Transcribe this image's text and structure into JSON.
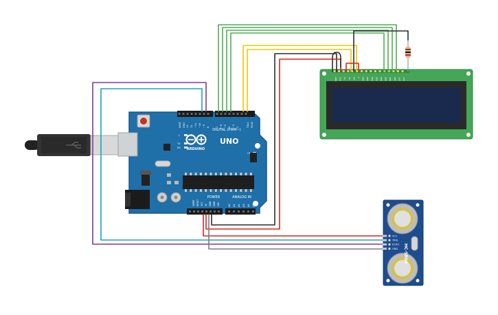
{
  "arduino": {
    "brand": "ARDUINO",
    "model": "UNO",
    "on_label": "ON",
    "l_label": "L",
    "tx_label": "TX",
    "rx_label": "RX",
    "aref_label": "AREF",
    "gnd_label": "GND",
    "digital_label": "DIGITAL (PWM~)",
    "tx_pin_label": "TX▸1",
    "rx_pin_label": "RX◂0",
    "digital_pins": [
      "13",
      "12",
      "~11",
      "~10",
      "~9",
      "8",
      "7",
      "~6",
      "~5",
      "4",
      "~3",
      "2"
    ],
    "power_label": "POWER",
    "analog_label": "ANALOG IN",
    "power_pins": [
      "IOREF",
      "RESET",
      "3V3",
      "5V",
      "GND",
      "GND",
      "VIN"
    ],
    "analog_pins": [
      "A0",
      "A1",
      "A2",
      "A3",
      "A4",
      "A5"
    ]
  },
  "sensor": {
    "model": "HC-SR04",
    "pins": [
      "VCC",
      "TRIG",
      "ECHO",
      "GND"
    ]
  },
  "lcd": {
    "pins": [
      "GND",
      "VCC",
      "V0",
      "RS",
      "RW",
      "E",
      "DB0",
      "DB1",
      "DB2",
      "DB3",
      "DB4",
      "DB5",
      "DB6",
      "DB7",
      "LED",
      "LED"
    ]
  },
  "colors": {
    "board": "#1f6fa8",
    "board_edge": "#165a8c",
    "lcd_pcb": "#44a656",
    "lcd_screen": "#1a2a4e",
    "sensor_pcb": "#1d4d8f",
    "wire_green": "#4caf50",
    "wire_yellow": "#f2c500",
    "wire_black": "#2b2b2b",
    "wire_red": "#d9251d",
    "wire_purple": "#7a3c96",
    "wire_blue": "#1aa0c8",
    "wire_gray": "#7a7a86"
  }
}
